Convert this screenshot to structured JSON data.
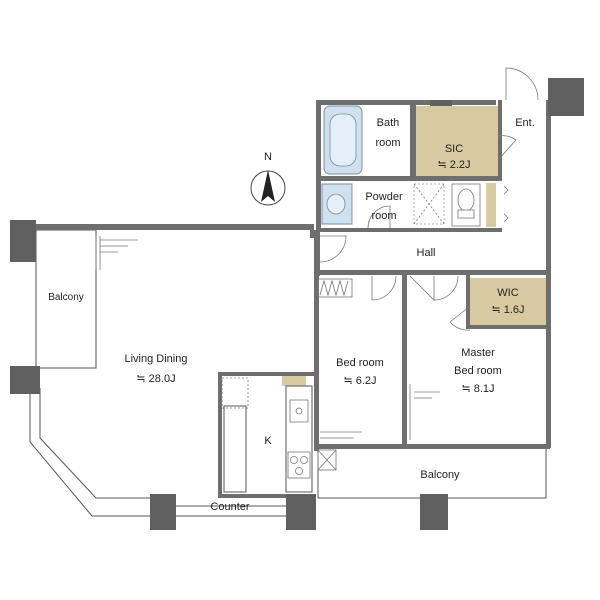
{
  "compass": {
    "north_label": "N"
  },
  "rooms": {
    "bath": [
      "Bath",
      "room"
    ],
    "sic": [
      "SIC",
      "≒ 2.2J"
    ],
    "entrance": "Ent.",
    "powder": [
      "Powder",
      "room"
    ],
    "hall": "Hall",
    "balcony_left": "Balcony",
    "living": [
      "Living Dining",
      "≒ 28.0J"
    ],
    "kitchen": "K",
    "bedroom": [
      "Bed room",
      "≒ 6.2J"
    ],
    "wic": [
      "WIC",
      "≒ 1.6J"
    ],
    "master": [
      "Master",
      "Bed room",
      "≒ 8.1J"
    ],
    "balcony_bottom": "Balcony",
    "counter": "Counter"
  },
  "colors": {
    "closet": "#d9c9a0",
    "wall": "#6e6e6e",
    "bath_fixture": "#cfe0ee"
  }
}
